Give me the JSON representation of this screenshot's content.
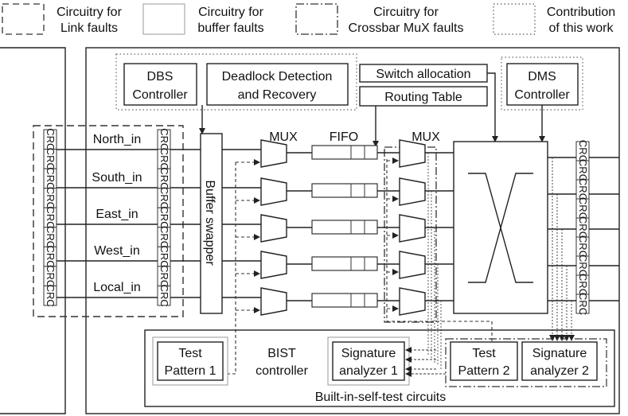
{
  "legend": {
    "link_faults": "Circuitry for Link faults",
    "buffer_faults": "Circuitry for buffer faults",
    "crossbar_faults": "Circuitry for Crossbar MuX faults",
    "contribution": "Contribution of this work"
  },
  "blocks": {
    "dbs_controller": "DBS Controller",
    "deadlock": "Deadlock Detection and Recovery",
    "switch_allocation": "Switch allocation",
    "routing_table": "Routing Table",
    "dms_controller": "DMS Controller",
    "buffer_swapper": "Buffer swapper",
    "mux_left": "MUX",
    "fifo": "FIFO",
    "mux_right": "MUX"
  },
  "ports": [
    "North_in",
    "South_in",
    "East_in",
    "West_in",
    "Local_in"
  ],
  "crc_label": "CRC",
  "bist": {
    "test_pattern_1": "Test Pattern 1",
    "bist_controller": "BIST controller",
    "signature_analyzer_1": "Signature analyzer 1",
    "test_pattern_2": "Test Pattern 2",
    "signature_analyzer_2": "Signature analyzer 2",
    "caption": "Built-in-self-test circuits"
  }
}
